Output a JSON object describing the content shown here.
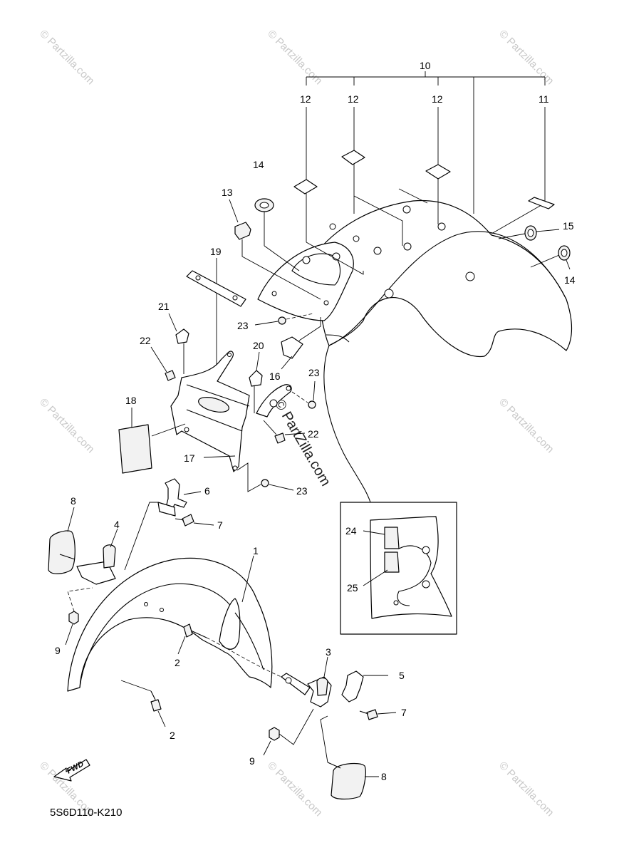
{
  "watermark": {
    "text": "© Partzilla.com",
    "center_text": "© PartZilla.com"
  },
  "diagram": {
    "code": "5S6D110-K210",
    "fwd_label": "FWD",
    "callouts": {
      "c1": "1",
      "c2a": "2",
      "c2b": "2",
      "c3": "3",
      "c4": "4",
      "c5": "5",
      "c6": "6",
      "c7a": "7",
      "c7b": "7",
      "c8a": "8",
      "c8b": "8",
      "c9a": "9",
      "c9b": "9",
      "c10": "10",
      "c11": "11",
      "c12a": "12",
      "c12b": "12",
      "c12c": "12",
      "c13": "13",
      "c14a": "14",
      "c14b": "14",
      "c15": "15",
      "c16": "16",
      "c17": "17",
      "c18": "18",
      "c19": "19",
      "c20": "20",
      "c21": "21",
      "c22a": "22",
      "c22b": "22",
      "c23a": "23",
      "c23b": "23",
      "c23c": "23",
      "c24": "24",
      "c25": "25"
    }
  }
}
